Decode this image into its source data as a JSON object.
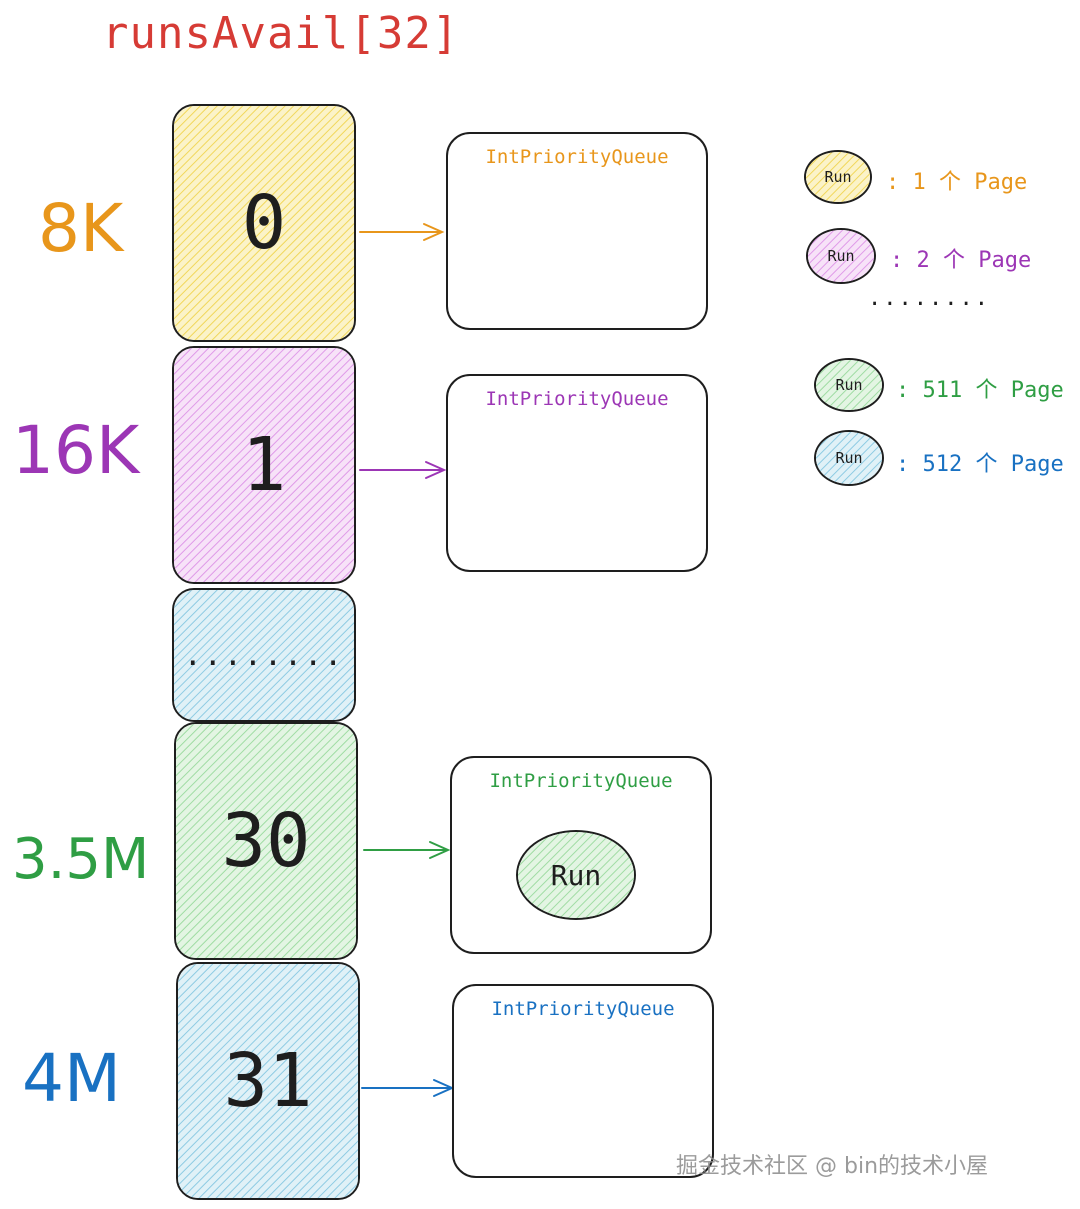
{
  "title": "runsAvail[32]",
  "colors": {
    "orange": "#e8961b",
    "purple": "#9c36b5",
    "green": "#2f9e44",
    "blue": "#1971c2",
    "red": "#d63b35",
    "yellow_fill": "#f6e58a",
    "purple_fill": "#e9b3f0",
    "blue_fill": "#a5d8ea",
    "green_fill": "#b2e6b5"
  },
  "rows": [
    {
      "size": "8K",
      "index": "0",
      "queue_label": "IntPriorityQueue",
      "color": "#e8961b",
      "fill": "#f6e58a"
    },
    {
      "size": "16K",
      "index": "1",
      "queue_label": "IntPriorityQueue",
      "color": "#9c36b5",
      "fill": "#e9b3f0"
    },
    {
      "size": "",
      "index": "........",
      "queue_label": "",
      "color": "#1971c2",
      "fill": "#a5d8ea"
    },
    {
      "size": "3.5M",
      "index": "30",
      "queue_label": "IntPriorityQueue",
      "color": "#2f9e44",
      "fill": "#b2e6b5",
      "run": "Run"
    },
    {
      "size": "4M",
      "index": "31",
      "queue_label": "IntPriorityQueue",
      "color": "#1971c2",
      "fill": "#a5d8ea"
    }
  ],
  "legend": [
    {
      "run": "Run",
      "text": ": 1 个 Page",
      "color": "#e8961b",
      "fill": "#f6e58a"
    },
    {
      "run": "Run",
      "text": ": 2 个 Page",
      "color": "#9c36b5",
      "fill": "#e9b3f0"
    },
    {
      "dots": "........"
    },
    {
      "run": "Run",
      "text": ": 511 个 Page",
      "color": "#2f9e44",
      "fill": "#b2e6b5"
    },
    {
      "run": "Run",
      "text": ": 512 个 Page",
      "color": "#1971c2",
      "fill": "#a5d8ea"
    }
  ],
  "watermark": "掘金技术社区 @ bin的技术小屋"
}
